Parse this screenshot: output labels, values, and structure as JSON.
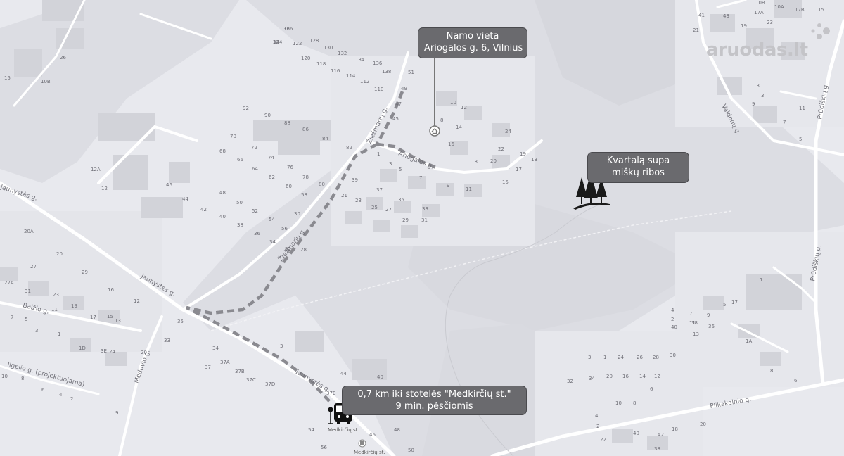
{
  "callouts": {
    "house": {
      "line1": "Namo vieta",
      "line2": "Ariogalos g. 6, Vilnius"
    },
    "forest": {
      "line1": "Kvartalą supa",
      "line2": "miškų ribos"
    },
    "bus": {
      "line1": "0,7 km iki stotelės \"Medkirčių st.\"",
      "line2": "9 min. pėsčiomis"
    }
  },
  "logo": "aruodas.lt",
  "streets": {
    "ziezmariu_top": "Žiežmarių g.",
    "ariogalos": "Ariogalos g.",
    "ziezmariu_mid": "Žiežmarių g.",
    "jaunystes_left": "Jaunystės g.",
    "jaunystes_mid": "Jaunystės g.",
    "jaunystes_low": "Jaunystės g.",
    "balzio": "Balžio g.",
    "ilgelio": "Ilgelio g. (projektuojama)",
    "meduvio": "Meduvio g.",
    "valdonu": "Valdonų g.",
    "prudiskiu_top": "Prūdiškių g.",
    "prudiskiu_low": "Prūdiškių g.",
    "plikakalnio": "Plikakalnio g."
  },
  "stops": {
    "medkirciu_1": "Medkirčių st.",
    "medkirciu_2": "Medkirčių st."
  },
  "house_numbers": [
    "126",
    "124",
    "122",
    "128",
    "120",
    "130",
    "118",
    "132",
    "116",
    "134",
    "114",
    "136",
    "112",
    "138",
    "110",
    "51",
    "49",
    "47",
    "45",
    "10",
    "12",
    "8",
    "14",
    "16",
    "24",
    "22",
    "18",
    "19",
    "20",
    "17",
    "13",
    "15",
    "11",
    "9",
    "3",
    "1",
    "5",
    "7",
    "39",
    "37",
    "35",
    "21",
    "23",
    "25",
    "27",
    "29",
    "31",
    "33",
    "92",
    "90",
    "88",
    "86",
    "84",
    "82",
    "80",
    "78",
    "76",
    "74",
    "72",
    "70",
    "68",
    "66",
    "64",
    "62",
    "60",
    "58",
    "56",
    "54",
    "52",
    "50",
    "48",
    "46",
    "44",
    "42",
    "40",
    "38",
    "36",
    "34",
    "32",
    "30",
    "28",
    "26",
    "15",
    "10B",
    "12A",
    "12",
    "20A",
    "20",
    "27",
    "29",
    "27A",
    "31",
    "23",
    "19",
    "17",
    "15",
    "13",
    "11",
    "7",
    "5",
    "3",
    "1",
    "1D",
    "3E",
    "24",
    "20",
    "16",
    "12",
    "10",
    "8",
    "6",
    "4",
    "2",
    "9",
    "33",
    "35",
    "3",
    "34",
    "37",
    "37A",
    "37B",
    "37C",
    "37D",
    "37E",
    "44",
    "42",
    "40",
    "46",
    "48",
    "50",
    "54",
    "56",
    "41",
    "43",
    "10B",
    "17A",
    "23",
    "21",
    "19",
    "10A",
    "17B",
    "15",
    "13",
    "9",
    "11",
    "7",
    "5",
    "3",
    "1",
    "17",
    "1A",
    "8",
    "6",
    "4",
    "2",
    "40",
    "38",
    "36",
    "13",
    "11",
    "9",
    "7",
    "5",
    "3",
    "1",
    "24",
    "26",
    "28",
    "30",
    "32",
    "34",
    "20",
    "16",
    "14",
    "12",
    "10",
    "8",
    "6",
    "4",
    "2",
    "22",
    "20",
    "18",
    "42",
    "40",
    "38",
    "36",
    "34"
  ],
  "colors": {
    "callout_bg": "#6a6a6e",
    "route": "#8a8a90",
    "land": "#e8e9ee",
    "forest": "#d7d8de",
    "road": "#ffffff",
    "building": "#d3d4da"
  },
  "icons": {
    "house": "home-pin-icon",
    "forest": "trees-icon",
    "bus": "bus-icon",
    "bus_stop": "bus-stop-icon"
  }
}
